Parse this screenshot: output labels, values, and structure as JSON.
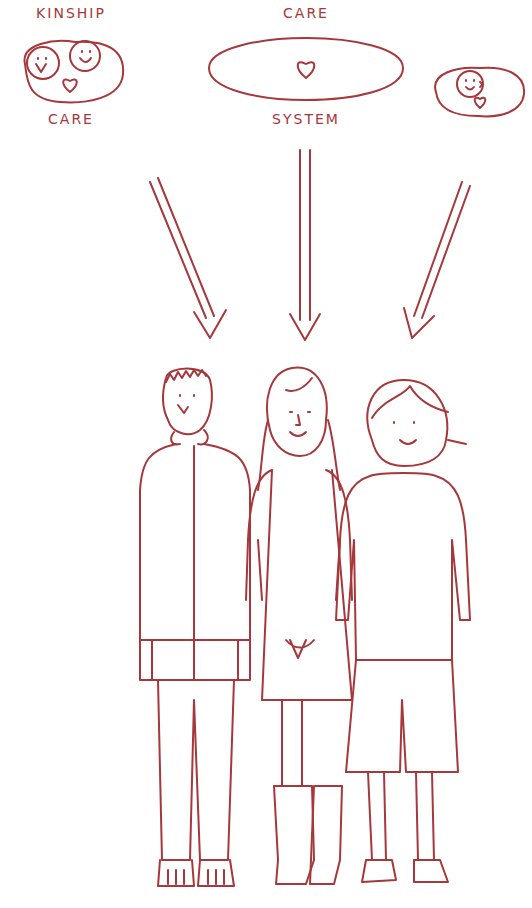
{
  "diagram": {
    "nodes": [
      {
        "text": [
          "KINSHIP",
          "CARE"
        ]
      },
      {
        "text": [
          "CARE",
          "SYSTEM"
        ]
      }
    ]
  }
}
